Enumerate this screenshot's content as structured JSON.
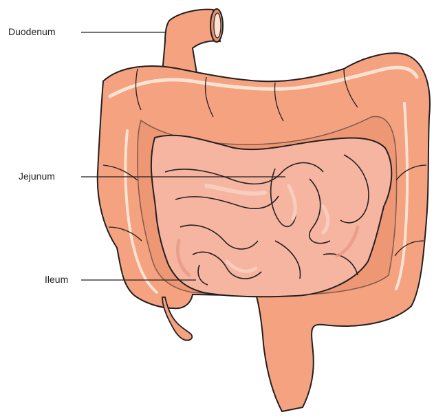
{
  "labels": {
    "duodenum": "Duodenum",
    "jejunum": "Jejunum",
    "ileum": "Ileum"
  },
  "colors": {
    "outline": "#231f20",
    "colon": "#f4a27f",
    "colon_shadow": "#e98f6c",
    "colon_highlight": "#fbe3d4",
    "small_intestine": "#f5b5a1",
    "small_intestine_light": "#f9cdbd",
    "small_intestine_shadow": "#e99a86",
    "leader_line": "#231f20"
  }
}
